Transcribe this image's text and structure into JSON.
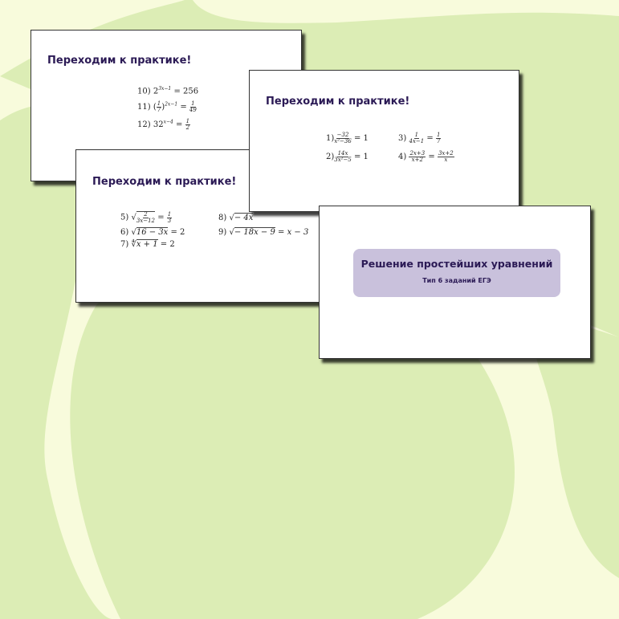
{
  "colors": {
    "background": "#f8fbdc",
    "blob": "#dcedb5",
    "title": "#2b1a55",
    "box": "#c9c1dc"
  },
  "slide1": {
    "title": "Переходим к практике!",
    "eqs": {
      "e10": {
        "n": "10)",
        "b": "2",
        "p": "3x−1",
        "r": "= 256"
      },
      "e11": {
        "n": "11)",
        "p": "2x−1",
        "r": "="
      },
      "e12": {
        "n": "12)",
        "b": "32",
        "p": "x−4",
        "r": "="
      }
    }
  },
  "slide2": {
    "title": "Переходим к практике!",
    "eqs": {
      "e1": {
        "n": "1)",
        "num": "−32",
        "den": "x²−36",
        "r": "= 1"
      },
      "e2": {
        "n": "2)",
        "num": "14x",
        "den": "3x²−5",
        "r": "= 1"
      },
      "e3": {
        "n": "3)",
        "num": "1",
        "den": "4x−1",
        "r": "="
      },
      "e4": {
        "n": "4)",
        "num": "2x+3",
        "den": "x+2",
        "num2": "3x+2",
        "den2": "x"
      }
    }
  },
  "slide3": {
    "title": "Переходим к практике!",
    "eqs": {
      "e5": {
        "n": "5)",
        "num": "2",
        "den": "3x−12",
        "r": "="
      },
      "e6": {
        "n": "6)",
        "rad": "16 − 3x",
        "r": "= 2"
      },
      "e7": {
        "n": "7)",
        "rad": "x + 1",
        "r": "= 2"
      },
      "e8": {
        "n": "8)",
        "rad": "− 4x"
      },
      "e9": {
        "n": "9)",
        "rad": "− 18x − 9",
        "r": "= x − 3"
      }
    }
  },
  "slide4": {
    "title": "Решение простейших уравнений",
    "subtitle": "Тип 6 заданий ЕГЭ"
  }
}
